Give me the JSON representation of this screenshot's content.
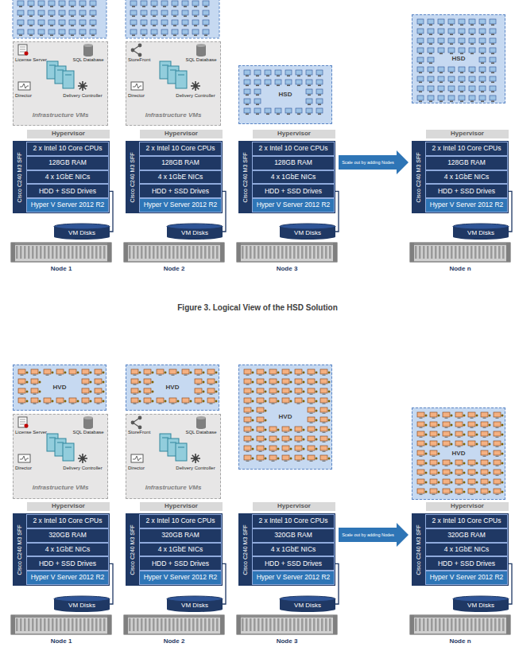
{
  "diagram": {
    "caption": "Figure 3. Logical View of the HSD Solution",
    "nodes": [
      {
        "text": [
          "License Server",
          "SQL Database",
          "Director",
          "Delivery Controller",
          "Infrastructure VMs"
        ]
      },
      {
        "text": [
          "Hypervisor"
        ]
      },
      {
        "text": [
          "Cisco C240 M3 SFF"
        ]
      },
      {
        "text": [
          "2 x Intel 10 Core CPUs"
        ],
        "in": 2
      },
      {
        "text": [
          "128GB RAM"
        ],
        "in": 2
      },
      {
        "text": [
          "4 x 1GbE NICs"
        ],
        "in": 2
      },
      {
        "text": [
          "HDD + SSD Drives"
        ],
        "in": 2
      },
      {
        "text": [
          "Hyper V Server 2012 R2"
        ],
        "in": 2
      },
      {
        "text": [
          "VM Disks"
        ]
      },
      {
        "text": [
          "StoreFront",
          "SQL Database",
          "Director",
          "Delivery Controller",
          "Infrastructure VMs"
        ]
      },
      {
        "text": [
          "Hypervisor"
        ]
      },
      {
        "text": [
          "Cisco C240 M3 SFF"
        ]
      },
      {
        "text": [
          "2 x Intel 10 Core CPUs"
        ],
        "in": 11
      },
      {
        "text": [
          "128GB RAM"
        ],
        "in": 11
      },
      {
        "text": [
          "4 x 1GbE NICs"
        ],
        "in": 11
      },
      {
        "text": [
          "HDD + SSD Drives"
        ],
        "in": 11
      },
      {
        "text": [
          "Hyper V Server 2012 R2"
        ],
        "in": 11
      },
      {
        "text": [
          "VM Disks"
        ]
      },
      {
        "text": [
          "HSD"
        ]
      },
      {
        "text": [
          "Hypervisor"
        ]
      },
      {
        "text": [
          "Cisco C240 M3 SFF"
        ]
      },
      {
        "text": [
          "2 x Intel 10 Core CPUs"
        ],
        "in": 20
      },
      {
        "text": [
          "128GB RAM"
        ],
        "in": 20
      },
      {
        "text": [
          "4 x 1GbE NICs"
        ],
        "in": 20
      },
      {
        "text": [
          "HDD + SSD Drives"
        ],
        "in": 20
      },
      {
        "text": [
          "Hyper V Server 2012 R2"
        ],
        "in": 20
      },
      {
        "text": [
          "VM Disks"
        ]
      },
      {
        "text": [
          "HSD"
        ]
      },
      {
        "text": [
          "Hypervisor"
        ]
      },
      {
        "text": [
          "Cisco C240 M3 SFF"
        ]
      },
      {
        "text": [
          "2 x Intel 10 Core CPUs"
        ],
        "in": 29
      },
      {
        "text": [
          "128GB RAM"
        ],
        "in": 29
      },
      {
        "text": [
          "4 x 1GbE NICs"
        ],
        "in": 29
      },
      {
        "text": [
          "HDD + SSD Drives"
        ],
        "in": 29
      },
      {
        "text": [
          "Hyper V Server 2012 R2"
        ],
        "in": 29
      },
      {
        "text": [
          "VM Disks"
        ]
      },
      {
        "text": [
          "HVD"
        ]
      },
      {
        "text": [
          "License Server",
          "SQL Database",
          "Director",
          "Delivery Controller",
          "Infrastructure VMs"
        ]
      },
      {
        "text": [
          "Hypervisor"
        ]
      },
      {
        "text": [
          "Cisco C240 M3 SFF"
        ]
      },
      {
        "text": [
          "2 x Intel 10 Core CPUs"
        ],
        "in": 39
      },
      {
        "text": [
          "320GB RAM"
        ],
        "in": 39
      },
      {
        "text": [
          "4 x 1GbE NICs"
        ],
        "in": 39
      },
      {
        "text": [
          "HDD + SSD Drives"
        ],
        "in": 39
      },
      {
        "text": [
          "Hyper V Server 2012 R2"
        ],
        "in": 39
      },
      {
        "text": [
          "VM Disks"
        ]
      },
      {
        "text": [
          "HVD"
        ]
      },
      {
        "text": [
          "StoreFront",
          "SQL Database",
          "Director",
          "Delivery Controller",
          "Infrastructure VMs"
        ]
      },
      {
        "text": [
          "Hypervisor"
        ]
      },
      {
        "text": [
          "Cisco C240 M3 SFF"
        ]
      },
      {
        "text": [
          "2 x Intel 10 Core CPUs"
        ],
        "in": 49
      },
      {
        "text": [
          "320GB RAM"
        ],
        "in": 49
      },
      {
        "text": [
          "4 x 1GbE NICs"
        ],
        "in": 49
      },
      {
        "text": [
          "HDD + SSD Drives"
        ],
        "in": 49
      },
      {
        "text": [
          "Hyper V Server 2012 R2"
        ],
        "in": 49
      },
      {
        "text": [
          "VM Disks"
        ]
      },
      {
        "text": [
          "HVD"
        ]
      },
      {
        "text": [
          "Hypervisor"
        ]
      },
      {
        "text": [
          "Cisco C240 M3 SFF"
        ]
      },
      {
        "text": [
          "2 x Intel 10 Core CPUs"
        ],
        "in": 58
      },
      {
        "text": [
          "320GB RAM"
        ],
        "in": 58
      },
      {
        "text": [
          "4 x 1GbE NICs"
        ],
        "in": 58
      },
      {
        "text": [
          "HDD + SSD Drives"
        ],
        "in": 58
      },
      {
        "text": [
          "Hyper V Server 2012 R2"
        ],
        "in": 58
      },
      {
        "text": [
          "VM Disks"
        ]
      },
      {
        "text": [
          "HVD"
        ]
      },
      {
        "text": [
          "Hypervisor"
        ]
      },
      {
        "text": [
          "Cisco C240 M3 SFF"
        ]
      },
      {
        "text": [
          "2 x Intel 10 Core CPUs"
        ],
        "in": 67
      },
      {
        "text": [
          "320GB RAM"
        ],
        "in": 67
      },
      {
        "text": [
          "4 x 1GbE NICs"
        ],
        "in": 67
      },
      {
        "text": [
          "HDD + SSD Drives"
        ],
        "in": 67
      },
      {
        "text": [
          "Hyper V Server 2012 R2"
        ],
        "in": 67
      },
      {
        "text": [
          "VM Disks"
        ]
      }
    ],
    "edges": [
      {
        "from": 6,
        "to": 8,
        "arrow": "none"
      },
      {
        "from": 15,
        "to": 17,
        "arrow": "none"
      },
      {
        "from": 24,
        "to": 26,
        "arrow": "none"
      },
      {
        "from": 33,
        "to": 35,
        "arrow": "none"
      },
      {
        "from": 43,
        "to": 45,
        "arrow": "none"
      },
      {
        "from": 53,
        "to": 55,
        "arrow": "none"
      },
      {
        "from": 62,
        "to": 64,
        "arrow": "none"
      },
      {
        "from": 71,
        "to": 73,
        "arrow": "none"
      }
    ],
    "labels": [
      "Scale out by adding Nodes",
      "Node 1",
      "Node 2",
      "Node 3",
      "Node n",
      "Scale out by adding Nodes",
      "Node 1",
      "Node 2",
      "Node 3",
      "Node n"
    ]
  }
}
